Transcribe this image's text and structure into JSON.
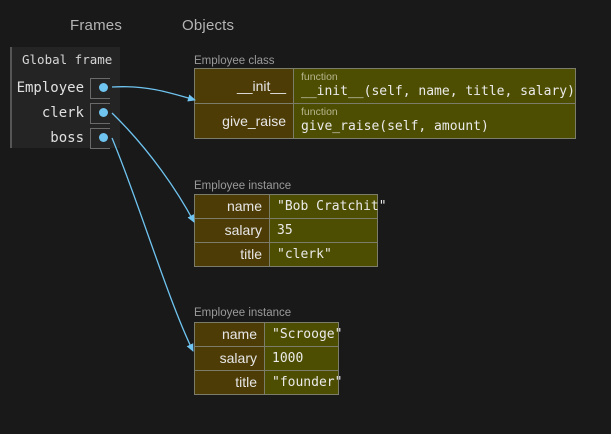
{
  "headers": {
    "frames": "Frames",
    "objects": "Objects"
  },
  "frame": {
    "title": "Global frame",
    "variables": [
      {
        "name": "Employee",
        "pointer": "class"
      },
      {
        "name": "clerk",
        "pointer": "instance-1"
      },
      {
        "name": "boss",
        "pointer": "instance-2"
      }
    ]
  },
  "objects": [
    {
      "label": "Employee class",
      "rows": [
        {
          "key": "__init__",
          "kind": "function",
          "signature": "__init__(self, name, title, salary)"
        },
        {
          "key": "give_raise",
          "kind": "function",
          "signature": "give_raise(self, amount)"
        }
      ]
    },
    {
      "label": "Employee instance",
      "rows": [
        {
          "key": "name",
          "value": "\"Bob Cratchit\""
        },
        {
          "key": "salary",
          "value": "35"
        },
        {
          "key": "title",
          "value": "\"clerk\""
        }
      ]
    },
    {
      "label": "Employee instance",
      "rows": [
        {
          "key": "name",
          "value": "\"Scrooge\""
        },
        {
          "key": "salary",
          "value": "1000"
        },
        {
          "key": "title",
          "value": "\"founder\""
        }
      ]
    }
  ],
  "colors": {
    "background": "#191919",
    "frame_background": "#242424",
    "key_cell": "#4e3c07",
    "value_cell": "#4e4e02",
    "pointer": "#6fc4f0",
    "text": "#e6e6e6",
    "muted_text": "#9a9a9a"
  }
}
